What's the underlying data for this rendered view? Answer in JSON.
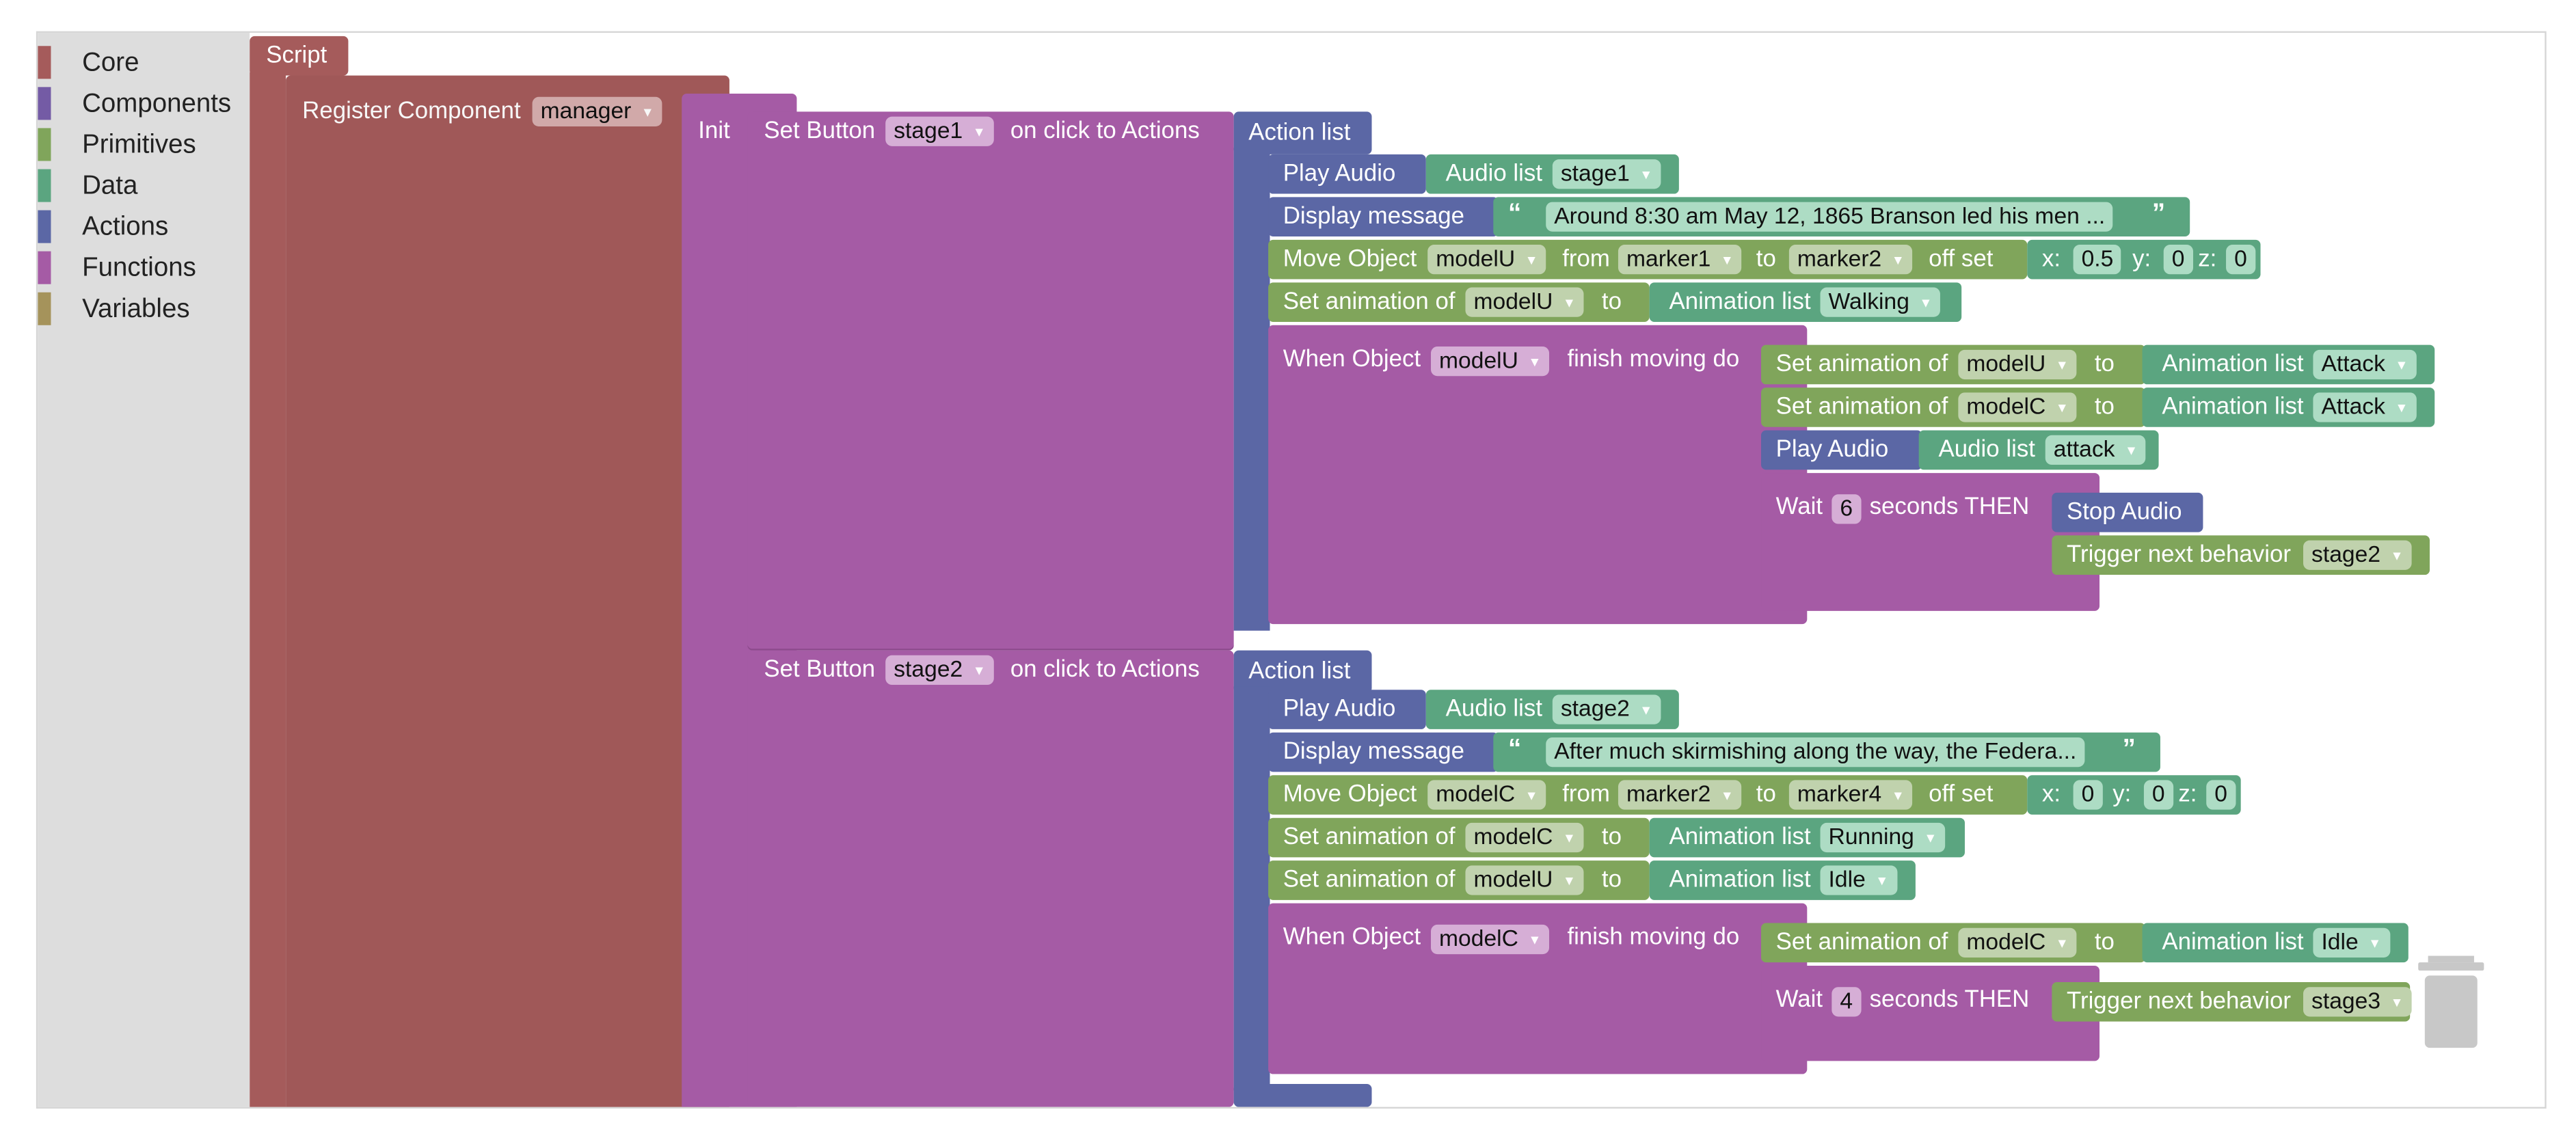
{
  "toolbox": {
    "categories": [
      {
        "label": "Core",
        "color": "#a55b5b"
      },
      {
        "label": "Components",
        "color": "#745ba5"
      },
      {
        "label": "Primitives",
        "color": "#80a55b"
      },
      {
        "label": "Data",
        "color": "#5ba580"
      },
      {
        "label": "Actions",
        "color": "#5b67a5"
      },
      {
        "label": "Functions",
        "color": "#a55ba5"
      },
      {
        "label": "Variables",
        "color": "#a5935b"
      }
    ]
  },
  "workspace": {
    "script_label": "Script",
    "register_label": "Register Component",
    "register_value": "manager",
    "init_label": "Init",
    "set_button_label": "Set Button",
    "on_click_label": "on click to Actions",
    "action_list_label": "Action list",
    "play_audio_label": "Play Audio",
    "audio_list_label": "Audio list",
    "display_message_label": "Display message",
    "open_quote": "“",
    "close_quote": "”",
    "move_object_label": "Move Object",
    "from_label": "from",
    "to_label": "to",
    "offset_label": "off set",
    "x_label": "x:",
    "y_label": "y:",
    "z_label": "z:",
    "set_animation_label": "Set animation of",
    "animation_list_label": "Animation list",
    "when_object_label": "When Object",
    "finish_moving_label": "finish moving do",
    "wait_label": "Wait",
    "seconds_then_label": "seconds THEN",
    "stop_audio_label": "Stop Audio",
    "trigger_next_label": "Trigger next behavior",
    "stage1": {
      "button": "stage1",
      "audio": "stage1",
      "message": "Around 8:30 am May 12, 1865 Branson led his men ...",
      "move_object": "modelU",
      "move_from": "marker1",
      "move_to": "marker2",
      "offset_x": "0.5",
      "offset_y": "0",
      "offset_z": "0",
      "anim_object": "modelU",
      "anim_value": "Walking",
      "when_object": "modelU",
      "inner_anim1_object": "modelU",
      "inner_anim1_value": "Attack",
      "inner_anim2_object": "modelC",
      "inner_anim2_value": "Attack",
      "inner_audio": "attack",
      "wait_seconds": "6",
      "trigger": "stage2"
    },
    "stage2": {
      "button": "stage2",
      "audio": "stage2",
      "message": "After much skirmishing along the way, the Federa...",
      "move_object": "modelC",
      "move_from": "marker2",
      "move_to": "marker4",
      "offset_x": "0",
      "offset_y": "0",
      "offset_z": "0",
      "anim1_object": "modelC",
      "anim1_value": "Running",
      "anim2_object": "modelU",
      "anim2_value": "Idle",
      "when_object": "modelC",
      "inner_anim_object": "modelC",
      "inner_anim_value": "Idle",
      "wait_seconds": "4",
      "trigger": "stage3"
    }
  }
}
